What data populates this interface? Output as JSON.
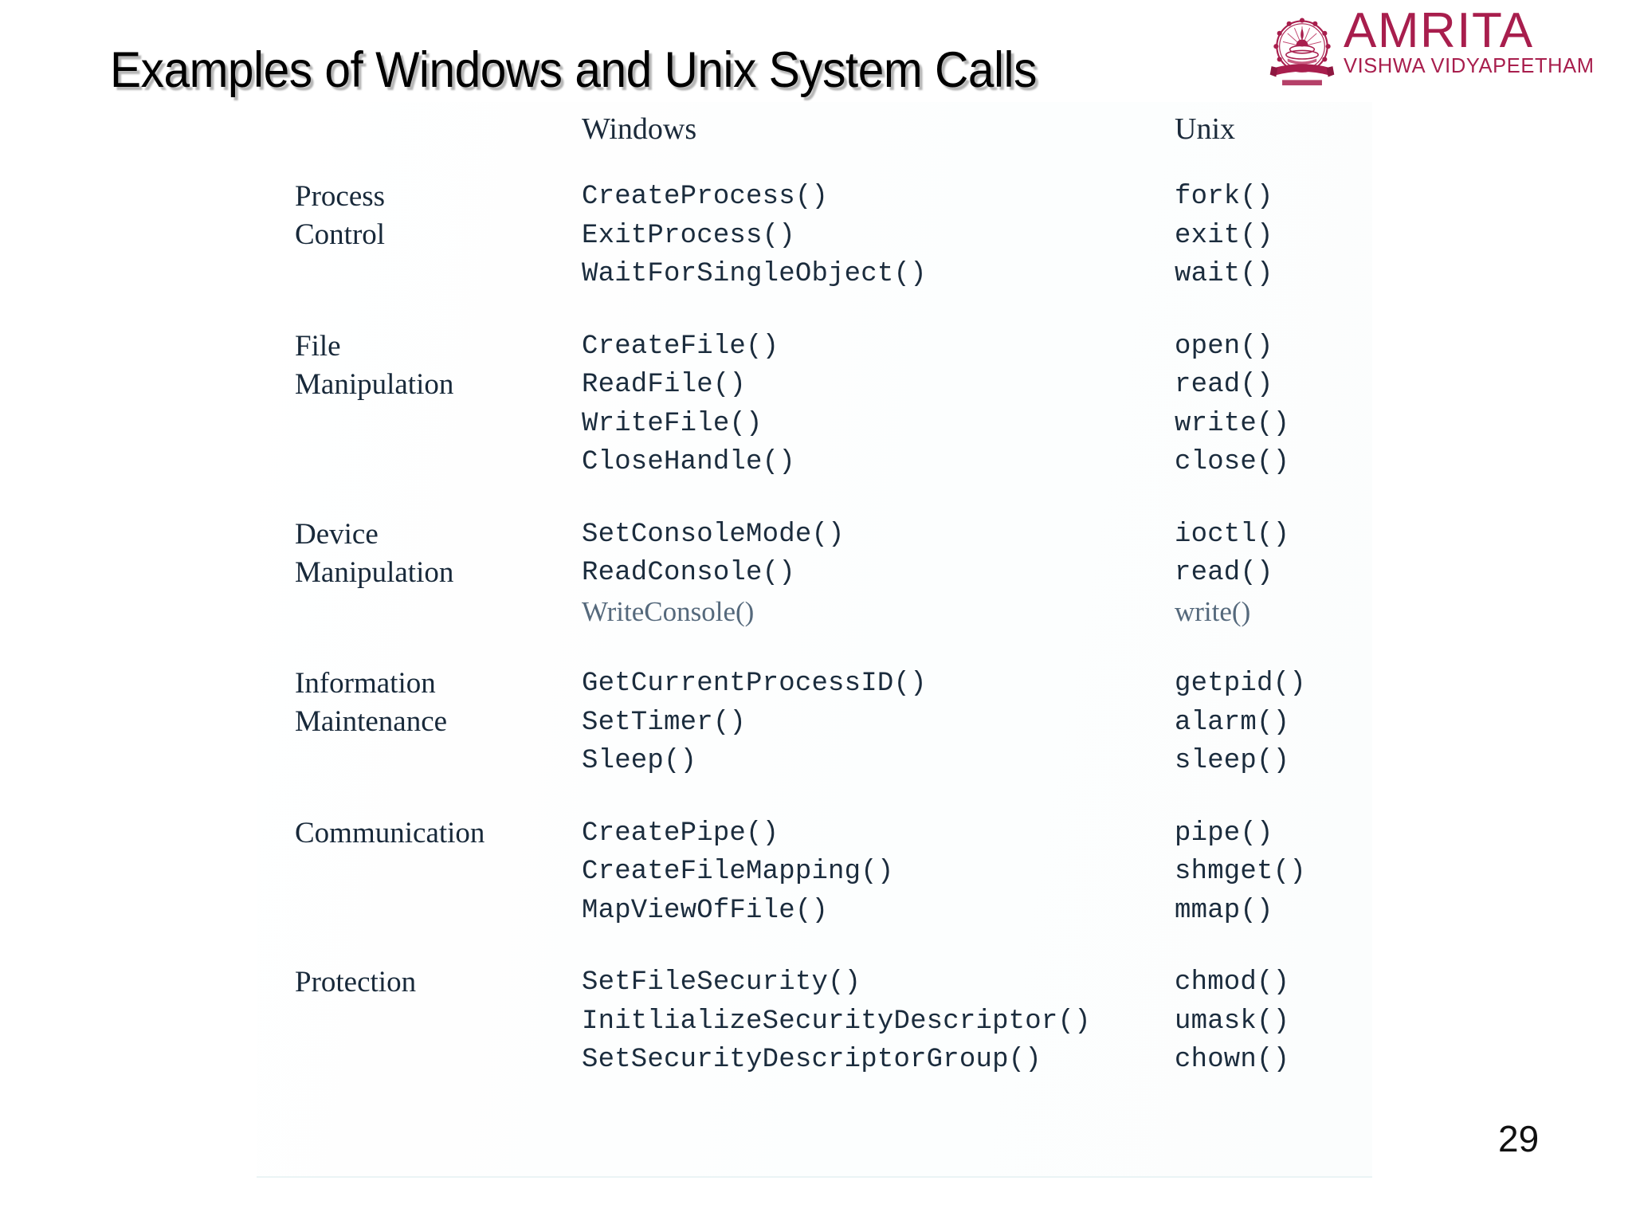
{
  "slide": {
    "title": "Examples of Windows and  Unix System Calls",
    "page_number": "29"
  },
  "logo": {
    "name": "AMRITA",
    "subtitle": "VISHWA VIDYAPEETHAM",
    "color": "#A81E4D",
    "emblem_icon": "amrita-crest-icon"
  },
  "table": {
    "headers": {
      "category": "",
      "windows": "Windows",
      "unix": "Unix"
    },
    "rows": [
      {
        "category_lines": [
          "Process",
          "Control"
        ],
        "windows": [
          "CreateProcess()",
          "ExitProcess()",
          "WaitForSingleObject()"
        ],
        "unix": [
          "fork()",
          "exit()",
          "wait()"
        ]
      },
      {
        "category_lines": [
          "File",
          "Manipulation"
        ],
        "windows": [
          "CreateFile()",
          "ReadFile()",
          "WriteFile()",
          "CloseHandle()"
        ],
        "unix": [
          "open()",
          "read()",
          "write()",
          "close()"
        ]
      },
      {
        "category_lines": [
          "Device",
          "Manipulation"
        ],
        "windows": [
          "SetConsoleMode()",
          "ReadConsole()",
          "WriteConsole()"
        ],
        "unix": [
          "ioctl()",
          "read()",
          "write()"
        ]
      },
      {
        "category_lines": [
          "Information",
          "Maintenance"
        ],
        "windows": [
          "GetCurrentProcessID()",
          "SetTimer()",
          "Sleep()"
        ],
        "unix": [
          "getpid()",
          "alarm()",
          "sleep()"
        ]
      },
      {
        "category_lines": [
          "Communication"
        ],
        "windows": [
          "CreatePipe()",
          "CreateFileMapping()",
          "MapViewOfFile()"
        ],
        "unix": [
          "pipe()",
          "shmget()",
          "mmap()"
        ]
      },
      {
        "category_lines": [
          "Protection"
        ],
        "windows": [
          "SetFileSecurity()",
          "InitlializeSecurityDescriptor()",
          "SetSecurityDescriptorGroup()"
        ],
        "unix": [
          "chmod()",
          "umask()",
          "chown()"
        ]
      }
    ]
  }
}
